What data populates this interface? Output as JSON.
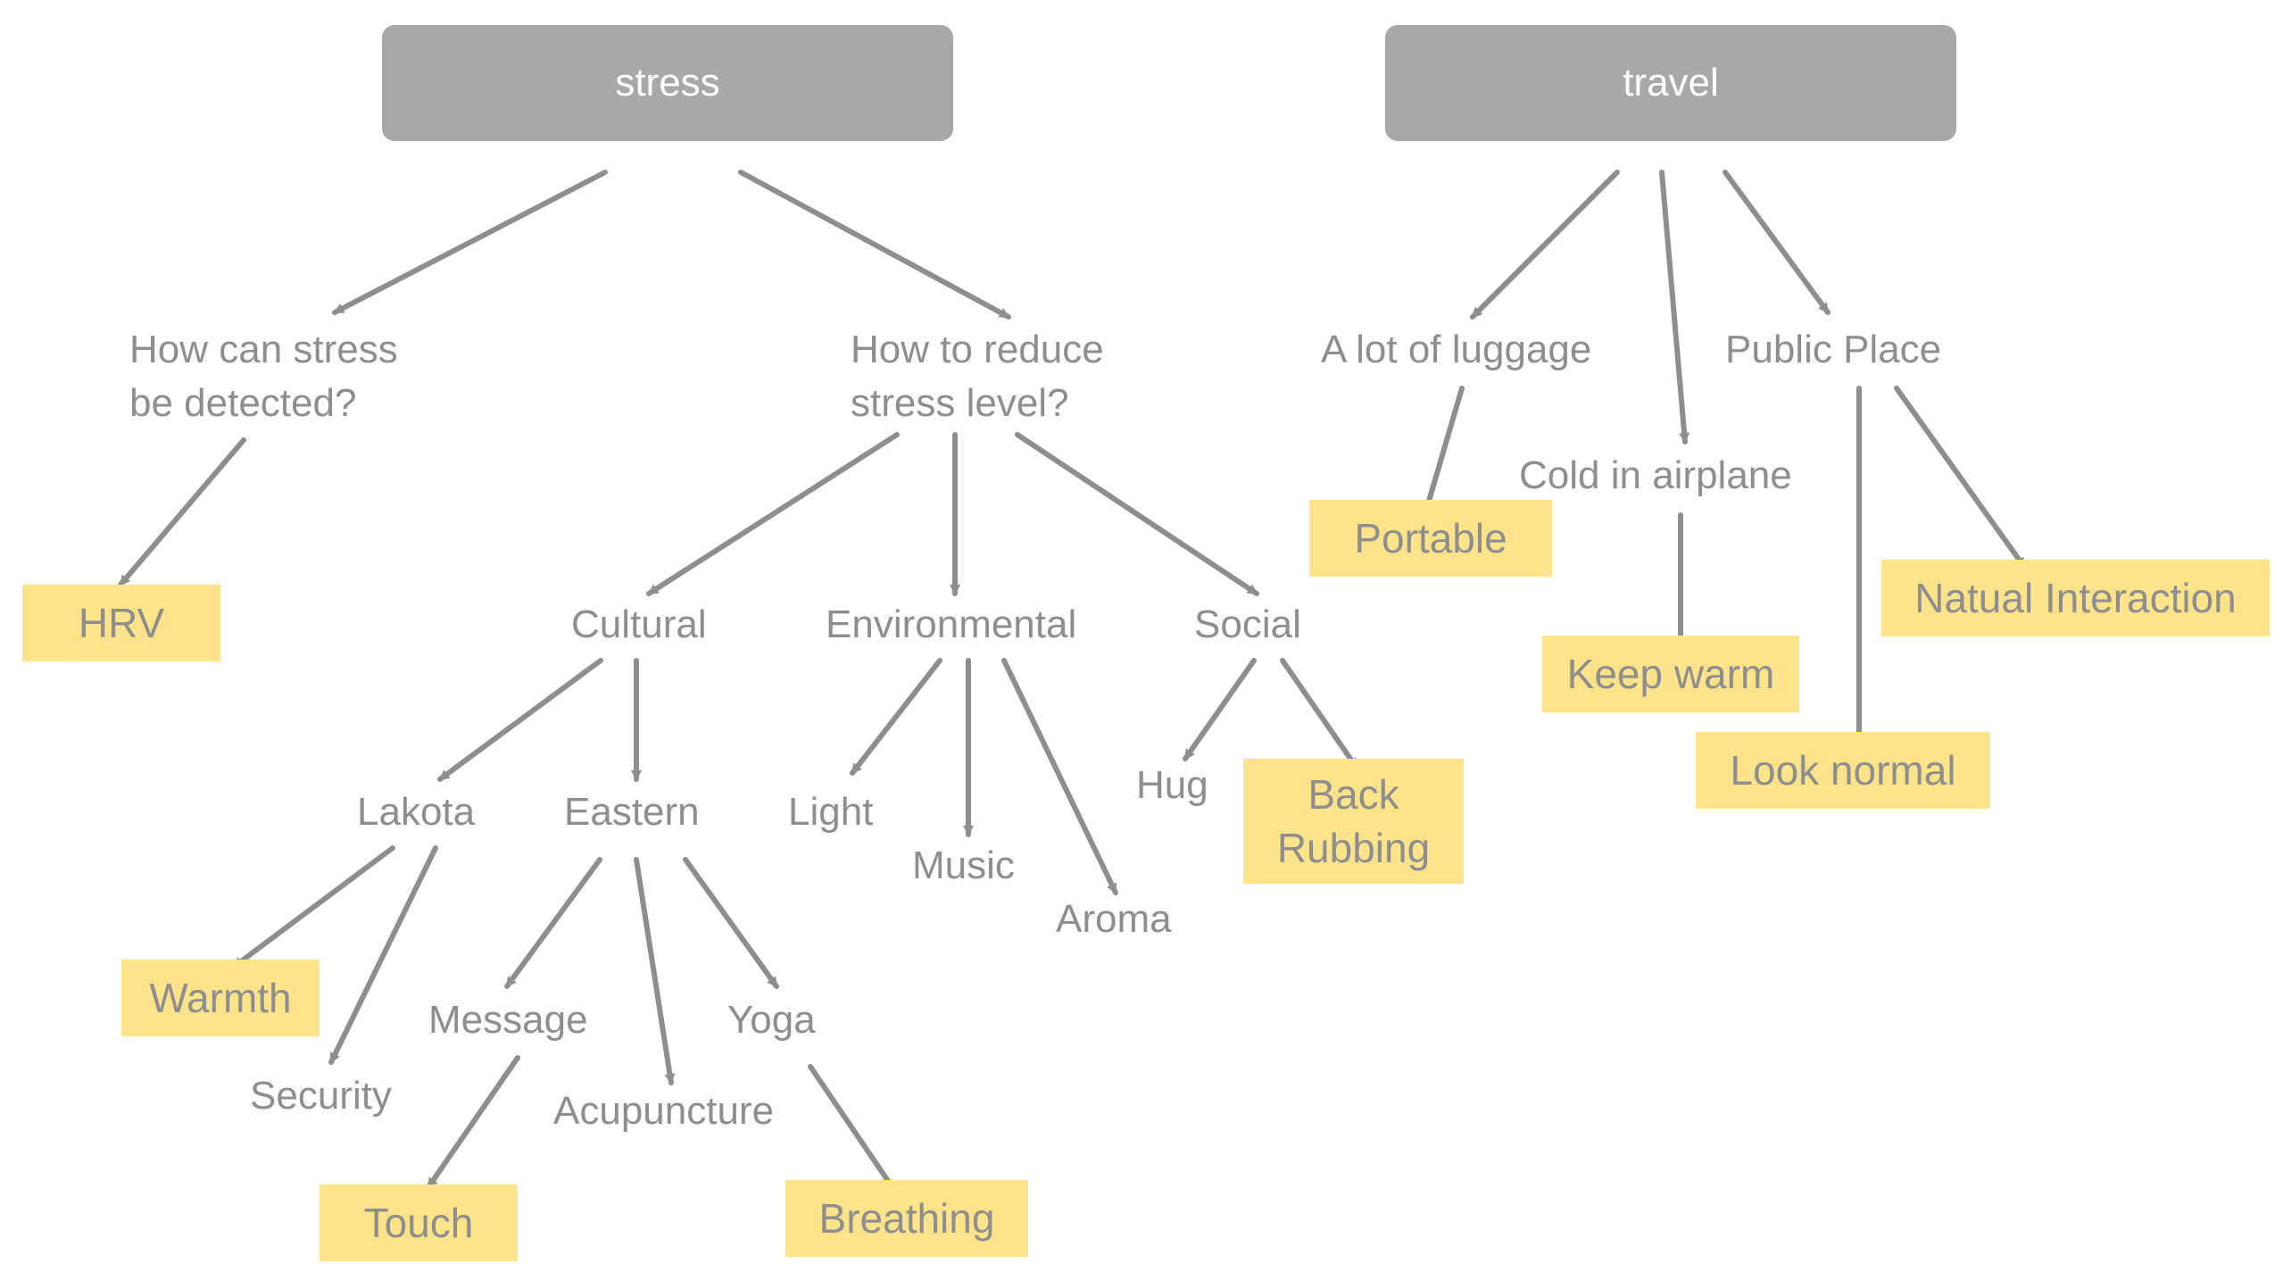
{
  "roots": {
    "stress": "stress",
    "travel": "travel"
  },
  "questions": {
    "detect": "How can stress\nbe detected?",
    "reduce": "How to reduce\nstress level?"
  },
  "categories": {
    "cultural": "Cultural",
    "environmental": "Environmental",
    "social": "Social",
    "lakota": "Lakota",
    "eastern": "Eastern",
    "light": "Light",
    "music": "Music",
    "aroma": "Aroma",
    "hug": "Hug",
    "security": "Security",
    "message": "Message",
    "yoga": "Yoga",
    "acupuncture": "Acupuncture",
    "luggage": "A lot of luggage",
    "cold": "Cold in airplane",
    "public_place": "Public Place"
  },
  "notes": {
    "hrv": "HRV",
    "warmth": "Warmth",
    "back_rubbing": "Back\nRubbing",
    "touch": "Touch",
    "breathing": "Breathing",
    "portable": "Portable",
    "keep_warm": "Keep warm",
    "natual_interaction": "Natual Interaction",
    "look_normal": "Look normal"
  },
  "colors": {
    "root_fill": "#a8a8a8",
    "note_fill": "#fde38a",
    "text": "#8e8e8e",
    "arrow": "#8e8e8e"
  }
}
